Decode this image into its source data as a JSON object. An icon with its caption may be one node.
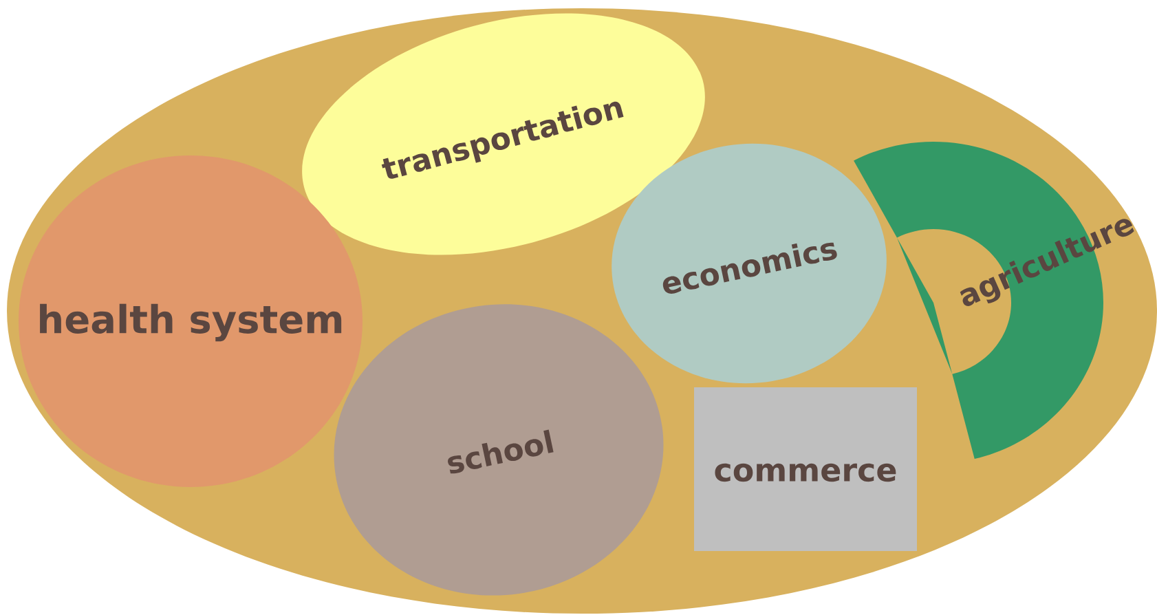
{
  "diagram": {
    "nodes": [
      {
        "text": [],
        "shape": "ellipse"
      },
      {
        "text": [
          "transportation"
        ],
        "in": 0
      },
      {
        "text": [
          "health system"
        ],
        "in": 0
      },
      {
        "text": [
          "economics"
        ],
        "in": 0
      },
      {
        "text": [
          "agriculture"
        ],
        "in": 0
      },
      {
        "text": [
          "school"
        ],
        "in": 0
      },
      {
        "text": [
          "commerce"
        ],
        "in": 0
      }
    ]
  }
}
